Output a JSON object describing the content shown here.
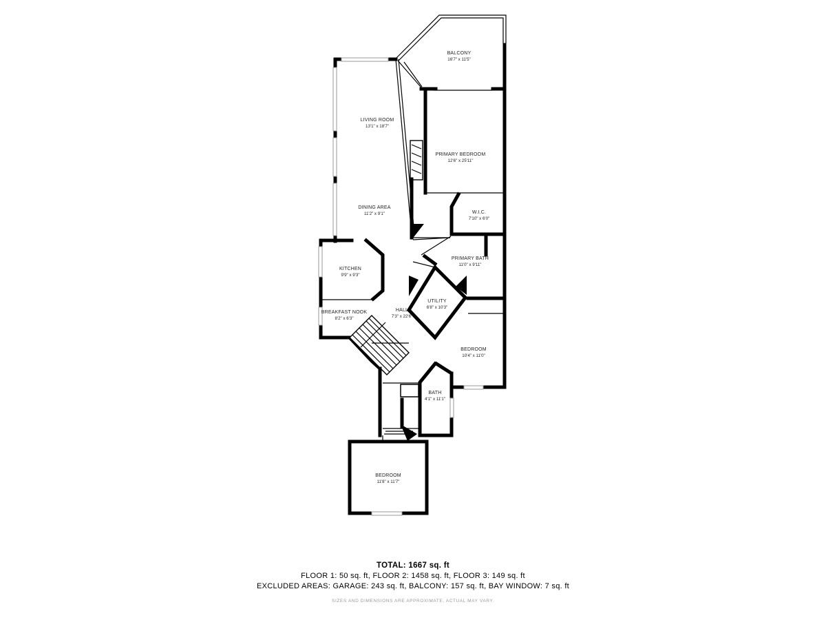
{
  "rooms": [
    {
      "id": "balcony",
      "name": "BALCONY",
      "dims": "16'7\" x 11'5\""
    },
    {
      "id": "living_room",
      "name": "LIVING ROOM",
      "dims": "13'1\" x 18'7\""
    },
    {
      "id": "primary_bedroom",
      "name": "PRIMARY BEDROOM",
      "dims": "12'6\" x 25'11\""
    },
    {
      "id": "dining_area",
      "name": "DINING AREA",
      "dims": "11'2\" x 9'1\""
    },
    {
      "id": "wic",
      "name": "W.I.C.",
      "dims": "7'10\" x 6'0\""
    },
    {
      "id": "primary_bath",
      "name": "PRIMARY BATH",
      "dims": "11'0\" x 9'11\""
    },
    {
      "id": "kitchen",
      "name": "KITCHEN",
      "dims": "9'9\" x 9'3\""
    },
    {
      "id": "utility",
      "name": "UTILITY",
      "dims": "6'8\" x 10'3\""
    },
    {
      "id": "hall",
      "name": "HALL",
      "dims": "7'3\" x 22'6\""
    },
    {
      "id": "breakfast_nook",
      "name": "BREAKFAST NOOK",
      "dims": "8'2\" x 6'3\""
    },
    {
      "id": "bedroom_2",
      "name": "BEDROOM",
      "dims": "10'4\" x 11'0\""
    },
    {
      "id": "bath",
      "name": "BATH",
      "dims": "4'1\" x 11'1\""
    },
    {
      "id": "bedroom_3",
      "name": "BEDROOM",
      "dims": "11'8\" x 11'7\""
    }
  ],
  "summary": {
    "total": "TOTAL: 1667 sq. ft",
    "floors": "FLOOR 1: 50 sq. ft, FLOOR 2: 1458 sq. ft, FLOOR 3: 149 sq. ft",
    "excluded": "EXCLUDED AREAS: GARAGE: 243 sq. ft, BALCONY: 157 sq. ft, BAY WINDOW: 7 sq. ft",
    "disclaimer": "SIZES AND DIMENSIONS ARE APPROXIMATE, ACTUAL MAY VARY."
  },
  "colors": {
    "walls": "#000000",
    "windows": "#9a9a9a",
    "text": "#222222",
    "disclaimer": "#9a9a9a"
  }
}
